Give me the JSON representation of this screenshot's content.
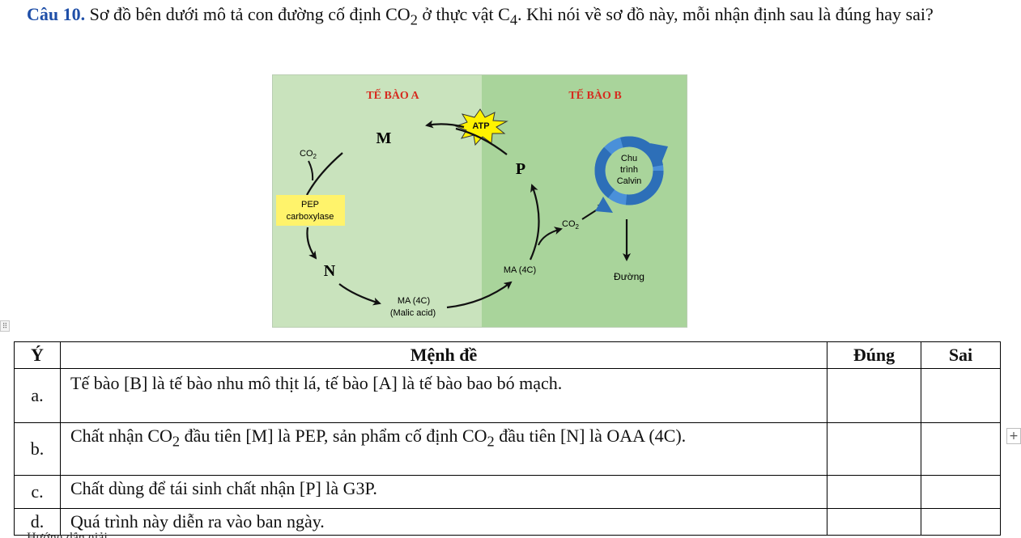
{
  "question": {
    "number": "Câu 10.",
    "text_1": " Sơ đồ bên dưới mô tả con đường cố định CO",
    "sub_2a": "2",
    "text_2": " ở thực vật C",
    "sub_4": "4",
    "text_3": ". Khi nói về sơ đồ này, mỗi nhận định sau là đúng hay sai?"
  },
  "diagram": {
    "cell_a": "TẾ BÀO A",
    "cell_b": "TẾ BÀO B",
    "label_m": "M",
    "label_n": "N",
    "label_p": "P",
    "atp": "ATP",
    "co2_left": "CO",
    "co2_left_sub": "2",
    "co2_right": "CO",
    "co2_right_sub": "2",
    "pep_line1": "PEP",
    "pep_line2": "carboxylase",
    "ma_left_line1": "MA (4C)",
    "ma_left_line2": "(Malic acid)",
    "ma_right": "MA (4C)",
    "calvin_line1": "Chu",
    "calvin_line2": "trình",
    "calvin_line3": "Calvin",
    "sugar": "Đường",
    "colors": {
      "cell_a_bg": "#c9e3bd",
      "cell_b_bg": "#a9d49b",
      "title_red": "#d62b1f",
      "pep_box": "#fff36b",
      "calvin_blue": "#2d7fc9"
    }
  },
  "ui": {
    "handle_icon": "⠿",
    "plus": "+"
  },
  "table": {
    "headers": [
      "Ý",
      "Mệnh đề",
      "Đúng",
      "Sai"
    ],
    "rows": [
      {
        "label": "a.",
        "text": "Tế bào [B] là tế bào nhu mô thịt lá, tế bào [A] là tế bào bao bó mạch."
      },
      {
        "label": "b.",
        "t1": "Chất nhận CO",
        "s1": "2",
        "t2": " đầu tiên [M] là PEP, sản phẩm cố định CO",
        "s2": "2",
        "t3": " đầu tiên [N] là OAA (4C)."
      },
      {
        "label": "c.",
        "text": "Chất dùng để tái sinh chất nhận [P] là G3P."
      },
      {
        "label": "d.",
        "text": "Quá trình này diễn ra vào ban ngày."
      }
    ]
  },
  "bottom_hint": "Hướng dẫn giải"
}
